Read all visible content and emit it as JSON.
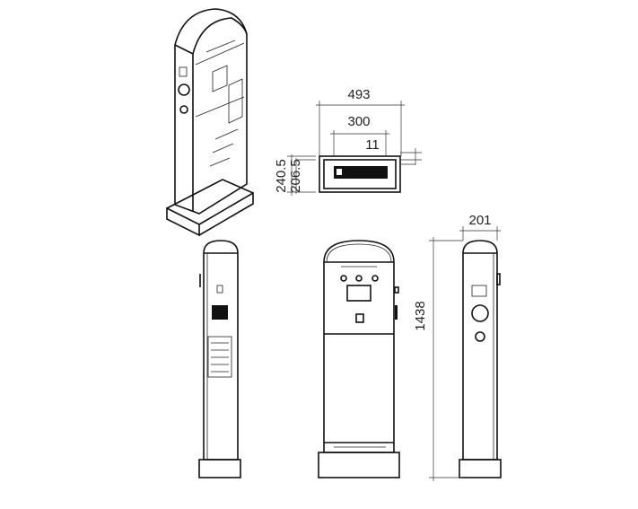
{
  "title": "Charging pile dimension drawing",
  "dimensions": {
    "top_width": "493",
    "inner_width": "300",
    "offset": "11",
    "depth_outer": "240.5",
    "depth_inner": "206.5",
    "side_width": "201",
    "height": "1438"
  },
  "colors": {
    "line": "#111111",
    "background": "#ffffff"
  }
}
